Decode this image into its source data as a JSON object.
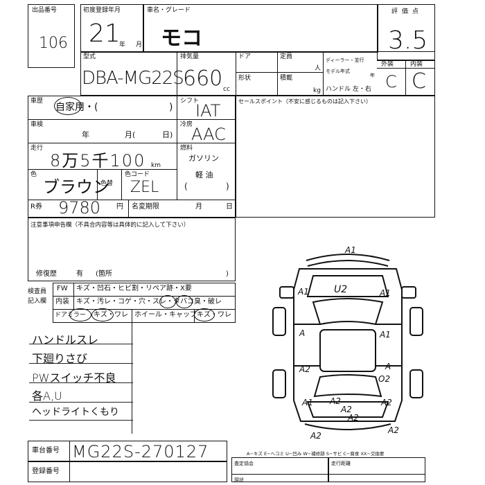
{
  "header": {
    "lot_no_label": "出品番号",
    "lot_no": "106",
    "first_reg_label": "初度登録年月",
    "first_reg_year": "21",
    "first_reg_unit_year": "年",
    "first_reg_unit_month": "月",
    "model_label": "車名・グレード",
    "model_name": "モコ",
    "score_label": "評価点",
    "score": "3.5"
  },
  "specs": {
    "type_label": "型式",
    "type_code": "DBA-MG22S",
    "displacement_label": "排気量",
    "displacement": "660",
    "displacement_unit": "cc",
    "door_label": "ドア",
    "capacity_label": "定員",
    "capacity_unit": "人",
    "shape_label": "形状",
    "load_label": "積載",
    "load_unit": "kg",
    "dealer_label": "ディーラー・並行",
    "model_year_label": "モデル年式",
    "model_year_unit": "年",
    "handle_label": "ハンドル 左・右",
    "exterior_label": "外装",
    "exterior_grade": "C",
    "interior_label": "内装",
    "interior_grade": "C"
  },
  "usage": {
    "usage_label": "車歴",
    "usage_text": "自家用・(",
    "usage_close": ")",
    "shift_label": "シフト",
    "shift_value": "IAT",
    "sales_point_label": "セールスポイント（不安に感じるものは記入下さい）",
    "inspection_label": "車検",
    "inspection_year": "年",
    "inspection_month": "月(",
    "inspection_day": "日)",
    "aircon_label": "冷房",
    "aircon_value": "AAC",
    "mileage_label": "走行",
    "mileage_value": "8万5千100",
    "mileage_unit": "km",
    "fuel_label": "燃料",
    "fuel_gasoline": "ガソリン",
    "fuel_diesel": "軽 油",
    "color_label": "色",
    "color_value": "ブラウン",
    "color_change_label": "色替",
    "color_code_label": "色コード",
    "color_code": "ZEL",
    "recycle_label": "R券",
    "recycle_value": "9780",
    "recycle_unit": "円",
    "transfer_label": "名変期限",
    "transfer_month": "月",
    "transfer_day": "日"
  },
  "notes": {
    "title": "注意事項申告欄（不具合内容等は具体的に記入して下さい）",
    "repair_label": "修復歴",
    "repair_yes": "有",
    "repair_parts": "(箇所",
    "repair_close": ")"
  },
  "checks": {
    "side_label_1": "検査員",
    "side_label_2": "記入欄",
    "row1_label": "FW",
    "row1_items": "キズ・凹石・ヒビ割・リペア跡・X要",
    "row2_label": "内装",
    "row2_items": "キズ・汚レ・コゲ・穴・スレ・タバコ臭・破レ",
    "row3_label": "ドアミラー",
    "row3_items": "キズ・ワレ",
    "row3_wheel": "ホイール・キャップ",
    "row3_end": "キズ・ワレ"
  },
  "inspector_notes": [
    "ハンドルスレ",
    "下廻りさび",
    "PWスイッチ不良",
    "各A,U",
    "ヘッドライトくもり"
  ],
  "diagram_marks": [
    "A1",
    "A1",
    "U2",
    "A1",
    "A",
    "A1",
    "A2",
    "A",
    "A1",
    "A2",
    "A2",
    "O2",
    "A2",
    "A2",
    "A2",
    "A2"
  ],
  "footer": {
    "chassis_label": "車台番号",
    "chassis_no": "MG22S-270127",
    "reg_label": "登録番号",
    "legend": "A−キズ E−ヘコミ U−凹み W−補修跡 S−サビ C−腐食 XX−交換要",
    "box1_label": "査定協会",
    "box2_label": "走行距離",
    "box3_label": "現状"
  }
}
